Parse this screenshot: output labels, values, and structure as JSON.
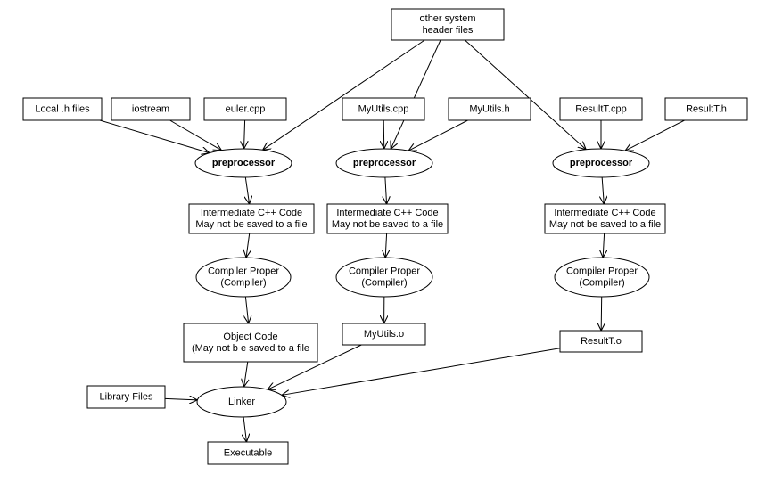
{
  "nodes": {
    "other_headers": [
      "other system",
      "header files"
    ],
    "local_h": [
      "Local .h files"
    ],
    "iostream": [
      "iostream"
    ],
    "euler_cpp": [
      "euler.cpp"
    ],
    "myutils_cpp": [
      "MyUtils.cpp"
    ],
    "myutils_h": [
      "MyUtils.h"
    ],
    "resultt_cpp": [
      "ResultT.cpp"
    ],
    "resultt_h": [
      "ResultT.h"
    ],
    "pre1": [
      "preprocessor"
    ],
    "pre2": [
      "preprocessor"
    ],
    "pre3": [
      "preprocessor"
    ],
    "inter1": [
      "Intermediate C++  Code",
      "May not be saved to a file"
    ],
    "inter2": [
      "Intermediate C++  Code",
      "May not be saved to a file"
    ],
    "inter3": [
      "Intermediate C++  Code",
      "May not be saved to a file"
    ],
    "comp1": [
      "Compiler Proper",
      "(Compiler)"
    ],
    "comp2": [
      "Compiler Proper",
      "(Compiler)"
    ],
    "comp3": [
      "Compiler Proper",
      "(Compiler)"
    ],
    "obj1": [
      "Object Code",
      "(May not b e saved to a file"
    ],
    "obj2": [
      "MyUtils.o"
    ],
    "obj3": [
      "ResultT.o"
    ],
    "libs": [
      "Library Files"
    ],
    "linker": [
      "Linker"
    ],
    "exe": [
      "Executable"
    ]
  },
  "edges": [
    [
      "other_headers",
      "pre1"
    ],
    [
      "other_headers",
      "pre2"
    ],
    [
      "other_headers",
      "pre3"
    ],
    [
      "local_h",
      "pre1"
    ],
    [
      "iostream",
      "pre1"
    ],
    [
      "euler_cpp",
      "pre1"
    ],
    [
      "myutils_cpp",
      "pre2"
    ],
    [
      "myutils_h",
      "pre2"
    ],
    [
      "resultt_cpp",
      "pre3"
    ],
    [
      "resultt_h",
      "pre3"
    ],
    [
      "pre1",
      "inter1"
    ],
    [
      "pre2",
      "inter2"
    ],
    [
      "pre3",
      "inter3"
    ],
    [
      "inter1",
      "comp1"
    ],
    [
      "inter2",
      "comp2"
    ],
    [
      "inter3",
      "comp3"
    ],
    [
      "comp1",
      "obj1"
    ],
    [
      "comp2",
      "obj2"
    ],
    [
      "comp3",
      "obj3"
    ],
    [
      "obj1",
      "linker"
    ],
    [
      "obj2",
      "linker"
    ],
    [
      "obj3",
      "linker"
    ],
    [
      "libs",
      "linker"
    ],
    [
      "linker",
      "exe"
    ]
  ]
}
